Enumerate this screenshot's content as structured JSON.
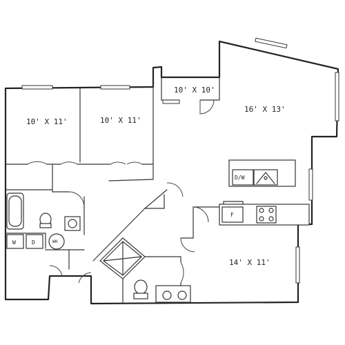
{
  "rooms": {
    "bedroom_left": "10' X 11'",
    "bedroom_mid": "10' X 11'",
    "den": "10' X 10'",
    "living": "16' X 13'",
    "dining": "14' X 11'"
  },
  "fixtures": {
    "dishwasher": "D/W",
    "fridge": "F",
    "washer": "W",
    "dryer": "D",
    "water_heater": "WH"
  }
}
